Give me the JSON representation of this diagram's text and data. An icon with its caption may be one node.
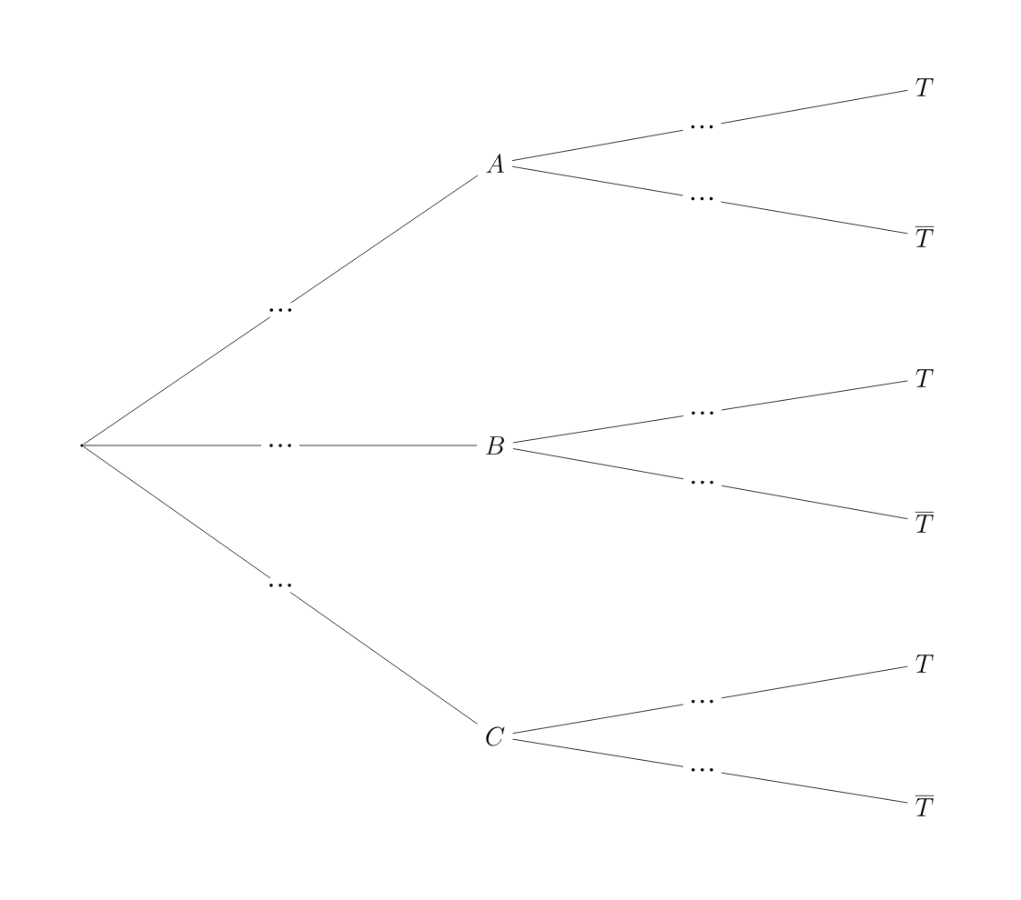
{
  "diagram": {
    "nodes": [
      {
        "text": [],
        "shape": "point"
      },
      {
        "text": [
          "A"
        ]
      },
      {
        "text": [
          "B"
        ]
      },
      {
        "text": [
          "C"
        ]
      },
      {
        "text": [
          "T"
        ]
      },
      {
        "text": [
          "\\overline{T}"
        ]
      },
      {
        "text": [
          "T"
        ]
      },
      {
        "text": [
          "\\overline{T}"
        ]
      },
      {
        "text": [
          "T"
        ]
      },
      {
        "text": [
          "\\overline{T}"
        ]
      }
    ],
    "edges": [
      {
        "from": 0,
        "to": 1,
        "arrow": "none",
        "label": "…"
      },
      {
        "from": 0,
        "to": 2,
        "arrow": "none",
        "label": "…"
      },
      {
        "from": 0,
        "to": 3,
        "arrow": "none",
        "label": "…"
      },
      {
        "from": 1,
        "to": 4,
        "arrow": "none",
        "label": "…"
      },
      {
        "from": 1,
        "to": 5,
        "arrow": "none",
        "label": "…"
      },
      {
        "from": 2,
        "to": 6,
        "arrow": "none",
        "label": "…"
      },
      {
        "from": 2,
        "to": 7,
        "arrow": "none",
        "label": "…"
      },
      {
        "from": 3,
        "to": 8,
        "arrow": "none",
        "label": "…"
      },
      {
        "from": 3,
        "to": 9,
        "arrow": "none",
        "label": "…"
      }
    ]
  }
}
